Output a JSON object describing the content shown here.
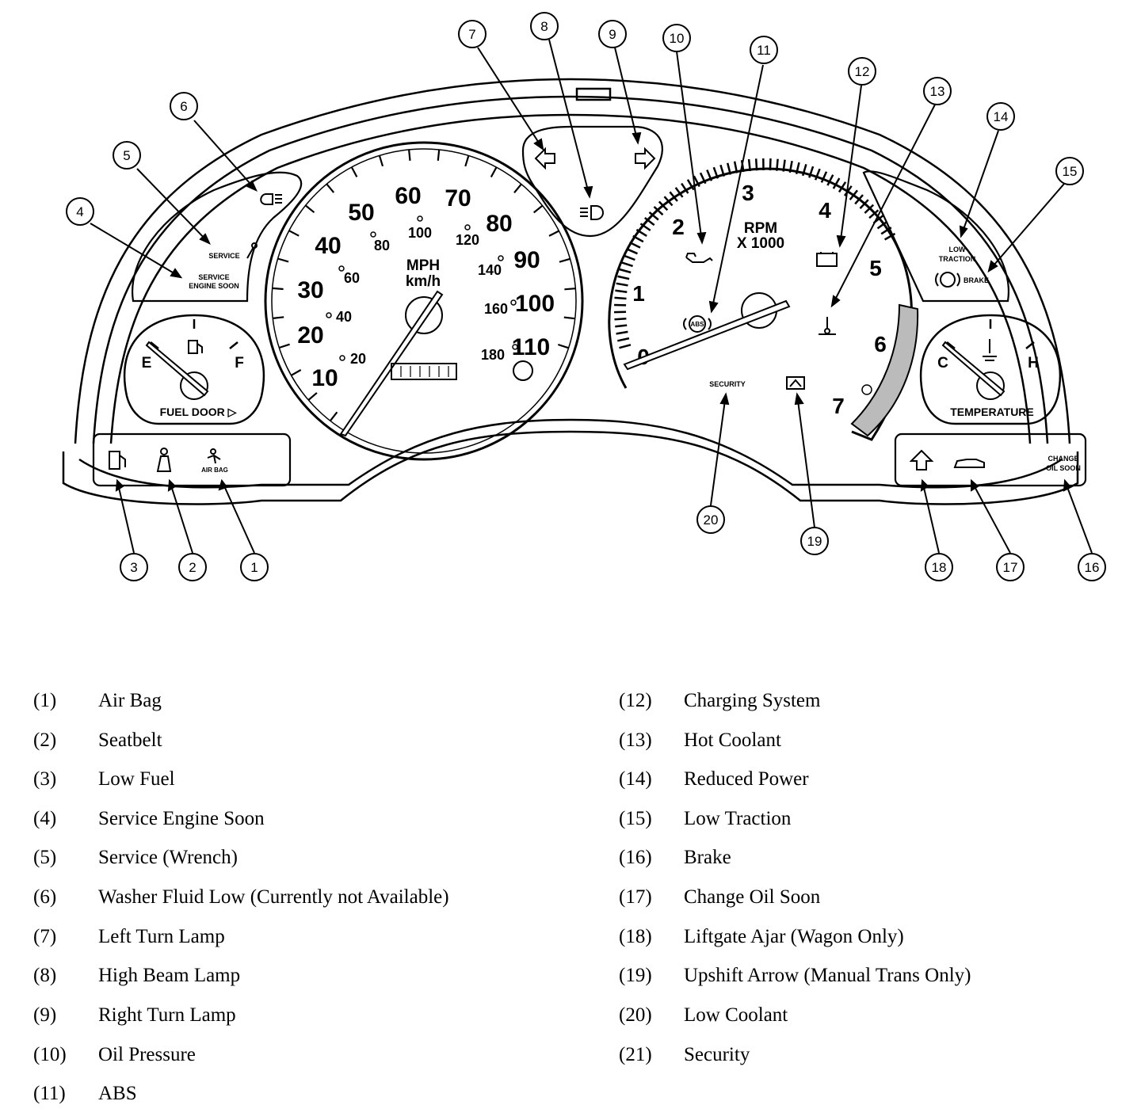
{
  "speedometer": {
    "mph_labels": [
      "10",
      "20",
      "30",
      "40",
      "50",
      "60",
      "70",
      "80",
      "90",
      "100",
      "110"
    ],
    "kmh_labels": [
      "20",
      "40",
      "60",
      "80",
      "100",
      "120",
      "140",
      "160",
      "180"
    ],
    "unit_mph": "MPH",
    "unit_kmh": "km/h"
  },
  "tachometer": {
    "labels": [
      "0",
      "1",
      "2",
      "3",
      "4",
      "5",
      "6",
      "7"
    ],
    "unit_rpm": "RPM",
    "unit_multiplier": "X 1000"
  },
  "fuel_gauge": {
    "empty": "E",
    "full": "F",
    "caption": "FUEL DOOR ▷"
  },
  "temp_gauge": {
    "cold": "C",
    "hot": "H",
    "caption": "TEMPERATURE"
  },
  "indicator_text": {
    "service": "SERVICE",
    "service_engine_1": "SERVICE",
    "service_engine_2": "ENGINE SOON",
    "air_bag": "AIR BAG",
    "abs": "ABS",
    "security": "SECURITY",
    "low_traction_1": "LOW",
    "low_traction_2": "TRACTION",
    "brake": "BRAKE",
    "change_oil_1": "CHANGE",
    "change_oil_2": "OIL SOON"
  },
  "callouts": [
    "1",
    "2",
    "3",
    "4",
    "5",
    "6",
    "7",
    "8",
    "9",
    "10",
    "11",
    "12",
    "13",
    "14",
    "15",
    "16",
    "17",
    "18",
    "19",
    "20"
  ],
  "legend_left": [
    {
      "num": "(1)",
      "label": "Air Bag"
    },
    {
      "num": "(2)",
      "label": "Seatbelt"
    },
    {
      "num": "(3)",
      "label": "Low Fuel"
    },
    {
      "num": "(4)",
      "label": "Service Engine Soon"
    },
    {
      "num": "(5)",
      "label": "Service (Wrench)"
    },
    {
      "num": "(6)",
      "label": "Washer Fluid Low (Currently not Available)"
    },
    {
      "num": "(7)",
      "label": "Left Turn Lamp"
    },
    {
      "num": "(8)",
      "label": "High Beam Lamp"
    },
    {
      "num": "(9)",
      "label": "Right Turn Lamp"
    },
    {
      "num": "(10)",
      "label": "Oil Pressure"
    },
    {
      "num": "(11)",
      "label": "ABS"
    }
  ],
  "legend_right": [
    {
      "num": "(12)",
      "label": "Charging System"
    },
    {
      "num": "(13)",
      "label": "Hot Coolant"
    },
    {
      "num": "(14)",
      "label": "Reduced Power"
    },
    {
      "num": "(15)",
      "label": "Low Traction"
    },
    {
      "num": "(16)",
      "label": "Brake"
    },
    {
      "num": "(17)",
      "label": "Change Oil Soon"
    },
    {
      "num": "(18)",
      "label": "Liftgate Ajar (Wagon Only)"
    },
    {
      "num": "(19)",
      "label": "Upshift Arrow (Manual Trans Only)"
    },
    {
      "num": "(20)",
      "label": "Low Coolant"
    },
    {
      "num": "(21)",
      "label": "Security"
    }
  ]
}
